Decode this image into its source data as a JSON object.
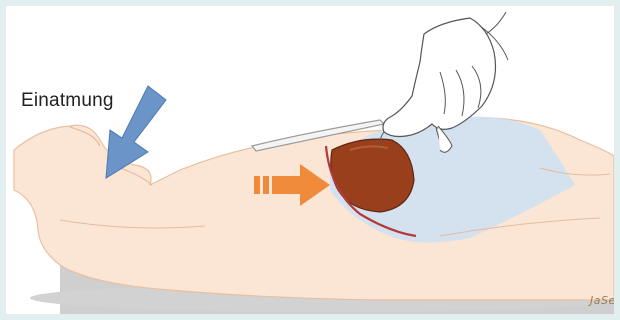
{
  "labels": {
    "inhalation": "Einatmung"
  },
  "signature": "JaSe",
  "colors": {
    "skin": "#fbe6d6",
    "skin_outline": "#e8bfa0",
    "liver": "#9a3f1c",
    "abdomen_region": "#cfe0f2",
    "inhale_arrow": "#6b95c9",
    "liver_push_arrow": "#ee8a3a",
    "costal_margin": "#b23a3a",
    "shadow": "#c9c9c9"
  },
  "icons": {
    "inhale_arrow": "arrow-down-diagonal",
    "push_arrow": "arrow-right",
    "hand": "palpating-hand"
  }
}
